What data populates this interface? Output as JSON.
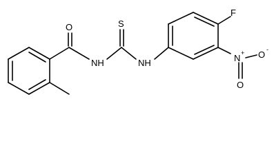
{
  "molecule": {
    "atom_labels": {
      "carbonyl_oxygen": "O",
      "thioxo_sulfur": "S",
      "amide_nh": "NH",
      "aryl_nh": "NH",
      "fluorine": "F",
      "nitro_nitrogen": "N",
      "nitro_nitrogen_charge": "+",
      "nitro_oxygen_double": "O",
      "nitro_oxygen_single": "O",
      "nitro_oxygen_charge": "-"
    },
    "colors": {
      "bond": "#000000",
      "label": "#000000",
      "background": "#ffffff"
    }
  }
}
